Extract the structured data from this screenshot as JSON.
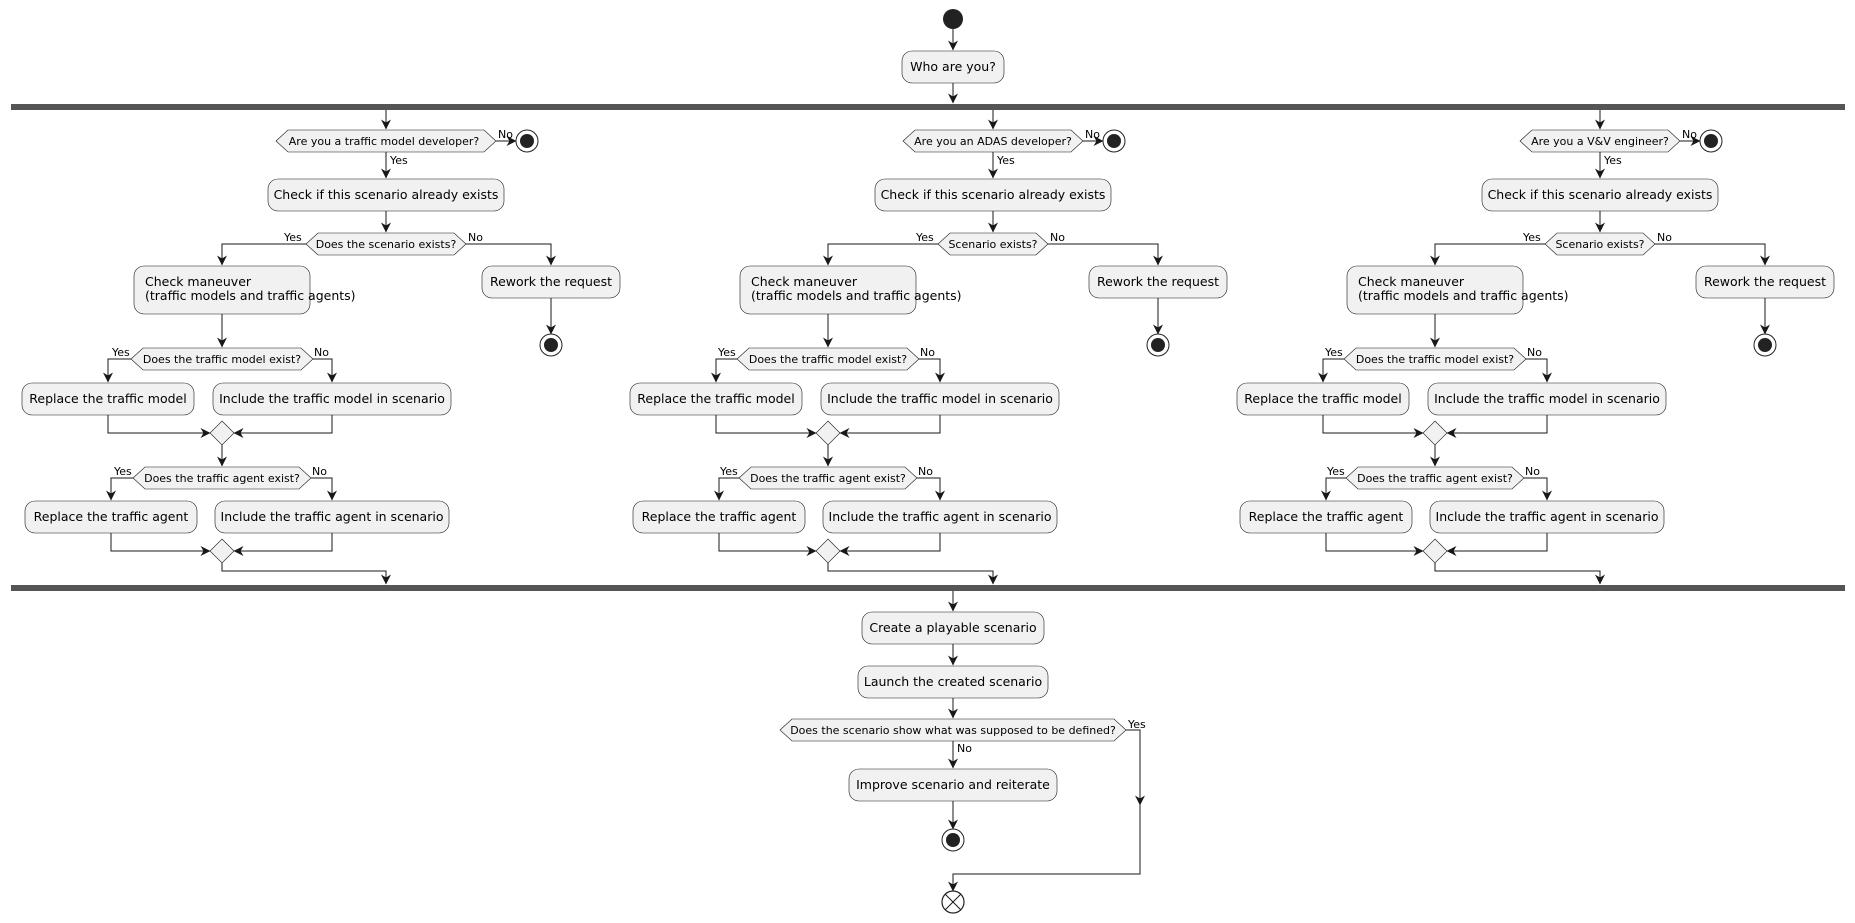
{
  "start_question": "Who are you?",
  "lanes": [
    {
      "role_question": "Are you a traffic model developer?",
      "check_exists": "Check if this scenario already exists",
      "exists_question": "Does the scenario exists?",
      "rework": "Rework the request",
      "check_maneuver": [
        "Check maneuver",
        "(traffic models and traffic agents)"
      ],
      "model_question": "Does the traffic model exist?",
      "replace_model": "Replace the traffic model",
      "include_model": "Include the traffic model in scenario",
      "agent_question": "Does the traffic agent exist?",
      "replace_agent": "Replace the traffic agent",
      "include_agent": "Include the traffic agent in scenario"
    },
    {
      "role_question": "Are you an ADAS developer?",
      "check_exists": "Check if this scenario already exists",
      "exists_question": "Scenario exists?",
      "rework": "Rework the request",
      "check_maneuver": [
        "Check maneuver",
        "(traffic models and traffic agents)"
      ],
      "model_question": "Does the traffic model exist?",
      "replace_model": "Replace the traffic model",
      "include_model": "Include the traffic model in scenario",
      "agent_question": "Does the traffic agent exist?",
      "replace_agent": "Replace the traffic agent",
      "include_agent": "Include the traffic agent in scenario"
    },
    {
      "role_question": "Are you a V&V engineer?",
      "check_exists": "Check if this scenario already exists",
      "exists_question": "Scenario exists?",
      "rework": "Rework the request",
      "check_maneuver": [
        "Check maneuver",
        "(traffic models and traffic agents)"
      ],
      "model_question": "Does the traffic model exist?",
      "replace_model": "Replace the traffic model",
      "include_model": "Include the traffic model in scenario",
      "agent_question": "Does the traffic agent exist?",
      "replace_agent": "Replace the traffic agent",
      "include_agent": "Include the traffic agent in scenario"
    }
  ],
  "create_scenario": "Create a playable scenario",
  "launch_scenario": "Launch the created scenario",
  "final_question": "Does the scenario show what was supposed to be defined?",
  "improve": "Improve scenario and reiterate",
  "labels": {
    "yes": "Yes",
    "no": "No"
  }
}
